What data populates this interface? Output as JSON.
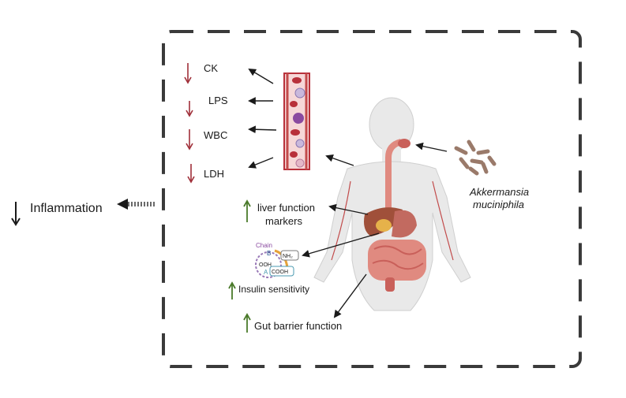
{
  "markers": {
    "ck": "CK",
    "lps": "LPS",
    "wbc": "WBC",
    "ldh": "LDH"
  },
  "outcomes": {
    "inflammation": "Inflammation",
    "liver_line1": "liver function",
    "liver_line2": "markers",
    "insulin": "Insulin sensitivity",
    "gut": "Gut barrier function"
  },
  "bacteria": {
    "line1": "Akkermansia",
    "line2": "muciniphila"
  },
  "insulin_molecule": {
    "chain": "Chain",
    "b": "B",
    "nh2": "NH₂",
    "cooh_left": "OOH",
    "cooh_right": "COOH",
    "a": "A"
  },
  "colors": {
    "decrease_arrow": "#a0303a",
    "increase_arrow": "#4a7a2a",
    "border_dash": "#3a3a3a",
    "blood": "#b8303a",
    "skin": "#e8e8e8",
    "intestine": "#e08a80",
    "liver": "#a0503a",
    "bacteria": "#9a7a6a"
  },
  "icons": {
    "down": "red-down-arrow-icon",
    "up": "green-up-arrow-icon",
    "inflammation_down": "black-down-arrow-icon"
  }
}
